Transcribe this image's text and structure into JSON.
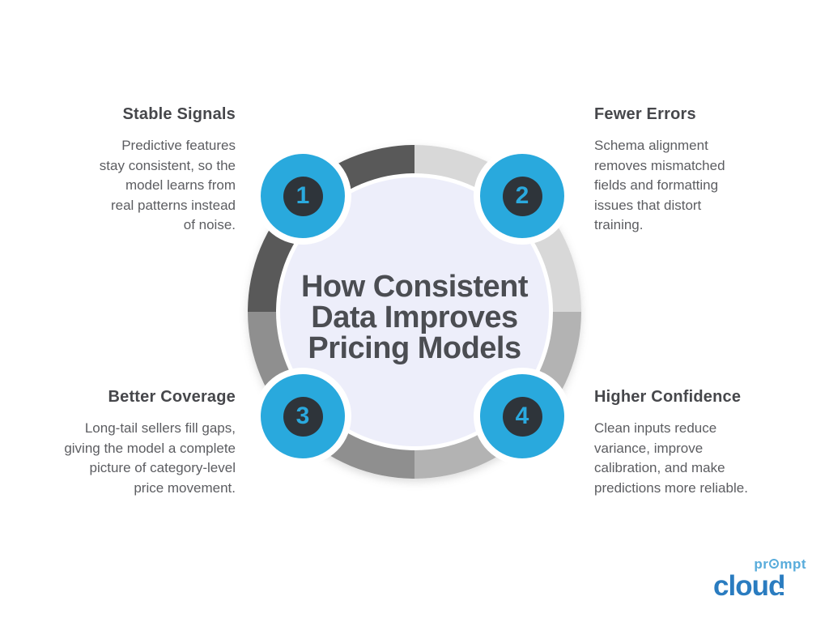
{
  "title": {
    "lines": [
      "How Consistent",
      "Data Improves",
      "Pricing Models"
    ]
  },
  "nodes": [
    {
      "number": "1",
      "heading": "Stable Signals",
      "body_lines": [
        "Predictive features",
        "stay consistent, so the",
        "model learns from",
        "real patterns instead",
        "of noise."
      ]
    },
    {
      "number": "2",
      "heading": "Fewer Errors",
      "body_lines": [
        "Schema alignment",
        "removes mismatched",
        "fields and formatting",
        "issues that distort",
        "training."
      ]
    },
    {
      "number": "3",
      "heading": "Better Coverage",
      "body_lines": [
        "Long-tail sellers fill gaps,",
        "giving the model a complete",
        "picture of category-level",
        "price movement."
      ]
    },
    {
      "number": "4",
      "heading": "Higher Confidence",
      "body_lines": [
        "Clean inputs reduce",
        "variance, improve",
        "calibration, and make",
        "predictions more reliable."
      ]
    }
  ],
  "logo": {
    "prompt_pre": "pr",
    "prompt_post": "mpt",
    "cloud": "cloud",
    "cloud_glyph": "☁"
  },
  "colors": {
    "accent_blue": "#29a9dd",
    "node_inner_dark": "#2e343a",
    "center_fill": "#edeefa",
    "ring_top_left": "#595959",
    "ring_top_right": "#d8d8d8",
    "ring_bottom_right": "#b3b3b3",
    "ring_bottom_left": "#8f8f8f",
    "heading_text": "#46474b",
    "body_text": "#5c5d61",
    "logo_prompt_blue": "#58acdb",
    "logo_cloud_blue": "#2a7cc0"
  }
}
